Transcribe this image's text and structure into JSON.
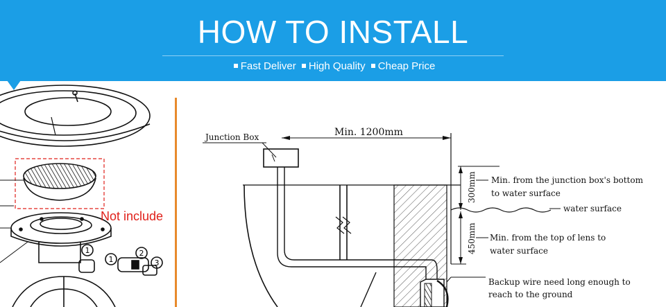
{
  "header": {
    "title": "HOW TO INSTALL",
    "tags": [
      "Fast Deliver",
      "High Quality",
      "Cheap Price"
    ]
  },
  "left_panel": {
    "callout": "Not include",
    "part_numbers": [
      "1",
      "2",
      "3"
    ]
  },
  "diagram": {
    "junction_box_label": "Junction Box",
    "distance_label": "Min. 1200mm",
    "dim_300": "300mm",
    "dim_450": "450mm",
    "note_junction_line1": "Min. from the junction box's bottom",
    "note_junction_line2": "to water surface",
    "water_surface": "water surface",
    "note_lens_line1": "Min. from the top of lens to",
    "note_lens_line2": "water surface",
    "note_wire_line1": "Backup wire need long enough to",
    "note_wire_line2": "reach to the ground"
  },
  "colors": {
    "banner": "#1b9ee6",
    "divider": "#e88a2c",
    "callout": "#e0201a"
  }
}
